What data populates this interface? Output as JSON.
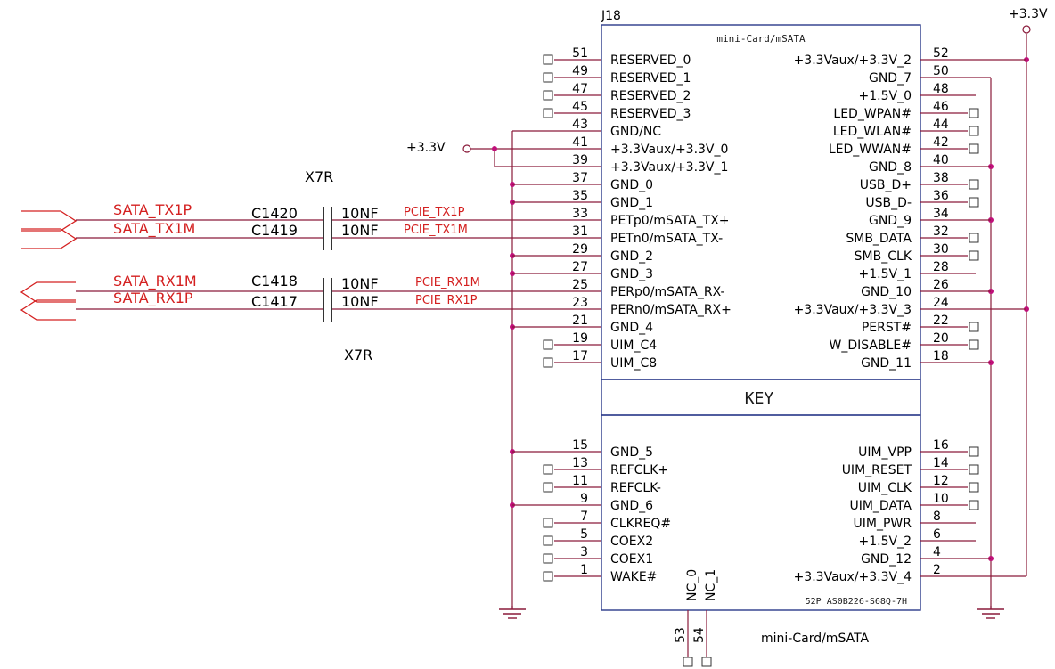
{
  "connector": {
    "ref": "J18",
    "header": "mini-Card/mSATA",
    "key_label": "KEY",
    "part_number": "52P AS0B226-S68Q-7H",
    "caption": "mini-Card/mSATA"
  },
  "power": {
    "top_label": "+3.3V",
    "left_label": "+3.3V"
  },
  "dielectric": {
    "upper": "X7R",
    "lower": "X7R"
  },
  "left_pins_upper": [
    {
      "num": "51",
      "name": "RESERVED_0",
      "nc": true
    },
    {
      "num": "49",
      "name": "RESERVED_1",
      "nc": true
    },
    {
      "num": "47",
      "name": "RESERVED_2",
      "nc": true
    },
    {
      "num": "45",
      "name": "RESERVED_3",
      "nc": true
    },
    {
      "num": "43",
      "name": "GND/NC",
      "nc": false
    },
    {
      "num": "41",
      "name": "+3.3Vaux/+3.3V_0",
      "nc": false
    },
    {
      "num": "39",
      "name": "+3.3Vaux/+3.3V_1",
      "nc": false
    },
    {
      "num": "37",
      "name": "GND_0",
      "nc": false
    },
    {
      "num": "35",
      "name": "GND_1",
      "nc": false
    },
    {
      "num": "33",
      "name": "PETp0/mSATA_TX+",
      "nc": false
    },
    {
      "num": "31",
      "name": "PETn0/mSATA_TX-",
      "nc": false
    },
    {
      "num": "29",
      "name": "GND_2",
      "nc": false
    },
    {
      "num": "27",
      "name": "GND_3",
      "nc": false
    },
    {
      "num": "25",
      "name": "PERp0/mSATA_RX-",
      "nc": false
    },
    {
      "num": "23",
      "name": "PERn0/mSATA_RX+",
      "nc": false
    },
    {
      "num": "21",
      "name": "GND_4",
      "nc": false
    },
    {
      "num": "19",
      "name": "UIM_C4",
      "nc": true
    },
    {
      "num": "17",
      "name": "UIM_C8",
      "nc": true
    }
  ],
  "right_pins_upper": [
    {
      "num": "52",
      "name": "+3.3Vaux/+3.3V_2",
      "nc": false
    },
    {
      "num": "50",
      "name": "GND_7",
      "nc": false
    },
    {
      "num": "48",
      "name": "+1.5V_0",
      "nc": false
    },
    {
      "num": "46",
      "name": "LED_WPAN#",
      "nc": true
    },
    {
      "num": "44",
      "name": "LED_WLAN#",
      "nc": true
    },
    {
      "num": "42",
      "name": "LED_WWAN#",
      "nc": true
    },
    {
      "num": "40",
      "name": "GND_8",
      "nc": false
    },
    {
      "num": "38",
      "name": "USB_D+",
      "nc": true
    },
    {
      "num": "36",
      "name": "USB_D-",
      "nc": true
    },
    {
      "num": "34",
      "name": "GND_9",
      "nc": false
    },
    {
      "num": "32",
      "name": "SMB_DATA",
      "nc": true
    },
    {
      "num": "30",
      "name": "SMB_CLK",
      "nc": true
    },
    {
      "num": "28",
      "name": "+1.5V_1",
      "nc": false
    },
    {
      "num": "26",
      "name": "GND_10",
      "nc": false
    },
    {
      "num": "24",
      "name": "+3.3Vaux/+3.3V_3",
      "nc": false
    },
    {
      "num": "22",
      "name": "PERST#",
      "nc": true
    },
    {
      "num": "20",
      "name": "W_DISABLE#",
      "nc": true
    },
    {
      "num": "18",
      "name": "GND_11",
      "nc": false
    }
  ],
  "left_pins_lower": [
    {
      "num": "15",
      "name": "GND_5",
      "nc": false
    },
    {
      "num": "13",
      "name": "REFCLK+",
      "nc": true
    },
    {
      "num": "11",
      "name": "REFCLK-",
      "nc": true
    },
    {
      "num": "9",
      "name": "GND_6",
      "nc": false
    },
    {
      "num": "7",
      "name": "CLKREQ#",
      "nc": true
    },
    {
      "num": "5",
      "name": "COEX2",
      "nc": true
    },
    {
      "num": "3",
      "name": "COEX1",
      "nc": true
    },
    {
      "num": "1",
      "name": "WAKE#",
      "nc": true
    }
  ],
  "right_pins_lower": [
    {
      "num": "16",
      "name": "UIM_VPP",
      "nc": true
    },
    {
      "num": "14",
      "name": "UIM_RESET",
      "nc": true
    },
    {
      "num": "12",
      "name": "UIM_CLK",
      "nc": true
    },
    {
      "num": "10",
      "name": "UIM_DATA",
      "nc": true
    },
    {
      "num": "8",
      "name": "UIM_PWR",
      "nc": false
    },
    {
      "num": "6",
      "name": "+1.5V_2",
      "nc": false
    },
    {
      "num": "4",
      "name": "GND_12",
      "nc": false
    },
    {
      "num": "2",
      "name": "+3.3Vaux/+3.3V_4",
      "nc": false
    }
  ],
  "bottom_pins": [
    {
      "num": "53",
      "name": "NC_0"
    },
    {
      "num": "54",
      "name": "NC_1"
    }
  ],
  "nets": {
    "sata_tx1p": "SATA_TX1P",
    "sata_tx1m": "SATA_TX1M",
    "sata_rx1m": "SATA_RX1M",
    "sata_rx1p": "SATA_RX1P",
    "pcie_tx1p": "PCIE_TX1P",
    "pcie_tx1m": "PCIE_TX1M",
    "pcie_rx1m": "PCIE_RX1M",
    "pcie_rx1p": "PCIE_RX1P"
  },
  "capacitors": [
    {
      "ref": "C1420",
      "value": "10NF"
    },
    {
      "ref": "C1419",
      "value": "10NF"
    },
    {
      "ref": "C1418",
      "value": "10NF"
    },
    {
      "ref": "C1417",
      "value": "10NF"
    }
  ],
  "colors": {
    "wire": "#8a1a3a",
    "box": "#2b3a8a",
    "net_label": "#d42020",
    "junction": "#c0107a"
  }
}
